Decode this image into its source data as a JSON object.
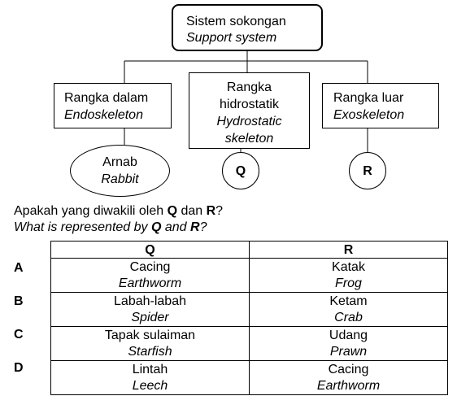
{
  "root": {
    "ms": "Sistem sokongan",
    "en": "Support system"
  },
  "nodes": [
    {
      "ms": "Rangka dalam",
      "en": "Endoskeleton"
    },
    {
      "ms_l1": "Rangka",
      "ms_l2": "hidrostatik",
      "en_l1": "Hydrostatic",
      "en_l2": "skeleton"
    },
    {
      "ms": "Rangka luar",
      "en": "Exoskeleton"
    }
  ],
  "examples": [
    {
      "ms": "Arnab",
      "en": "Rabbit"
    },
    {
      "label": "Q"
    },
    {
      "label": "R"
    }
  ],
  "question": {
    "ms_pre": "Apakah yang diwakili oleh ",
    "ms_q": "Q",
    "ms_mid": " dan ",
    "ms_r": "R",
    "ms_post": "?",
    "en_pre": "What is represented by ",
    "en_q": "Q",
    "en_mid": " and ",
    "en_r": "R",
    "en_post": "?"
  },
  "table": {
    "headers": [
      "Q",
      "R"
    ],
    "rows": [
      {
        "option": "A",
        "q_ms": "Cacing",
        "q_en": "Earthworm",
        "r_ms": "Katak",
        "r_en": "Frog"
      },
      {
        "option": "B",
        "q_ms": "Labah-labah",
        "q_en": "Spider",
        "r_ms": "Ketam",
        "r_en": "Crab"
      },
      {
        "option": "C",
        "q_ms": "Tapak sulaiman",
        "q_en": "Starfish",
        "r_ms": "Udang",
        "r_en": "Prawn"
      },
      {
        "option": "D",
        "q_ms": "Lintah",
        "q_en": "Leech",
        "r_ms": "Cacing",
        "r_en": "Earthworm"
      }
    ]
  }
}
